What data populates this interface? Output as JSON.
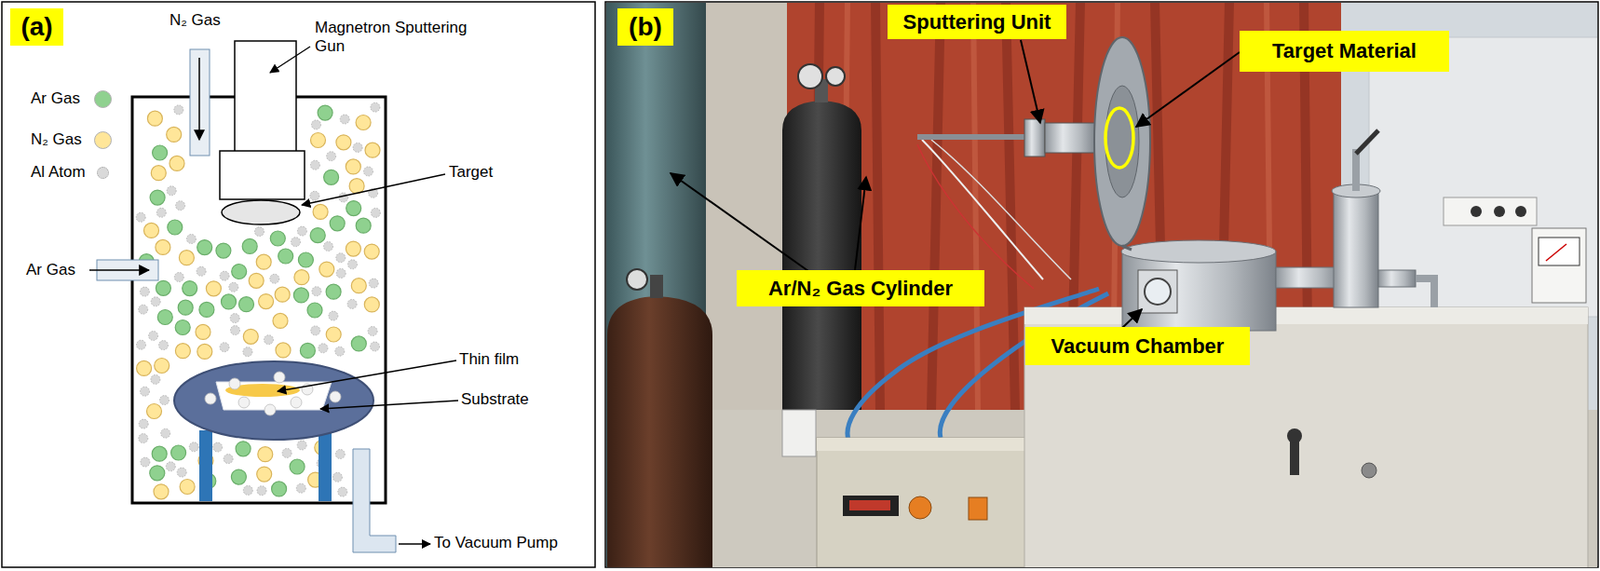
{
  "diagram": {
    "nodes": [
      {
        "text": [
          "(a)"
        ]
      },
      {
        "text": [
          "(b)"
        ]
      },
      {
        "text": [
          "Sputtering Unit"
        ]
      },
      {
        "text": [
          "Target Material"
        ]
      },
      {
        "text": [
          "Ar/N₂ Gas Cylinder"
        ]
      },
      {
        "text": [
          "Vacuum Chamber"
        ]
      }
    ],
    "labels": [
      "N₂ Gas",
      "Magnetron Sputtering Gun",
      "Target",
      "Ar Gas",
      "Thin film",
      "Substrate",
      "To Vacuum Pump"
    ],
    "legend": [
      {
        "text": "Ar Gas",
        "color": "#8fd18f"
      },
      {
        "text": "N₂ Gas",
        "color": "#ffe699"
      },
      {
        "text": "Al Atom",
        "color": "#d9d9d9"
      }
    ]
  }
}
